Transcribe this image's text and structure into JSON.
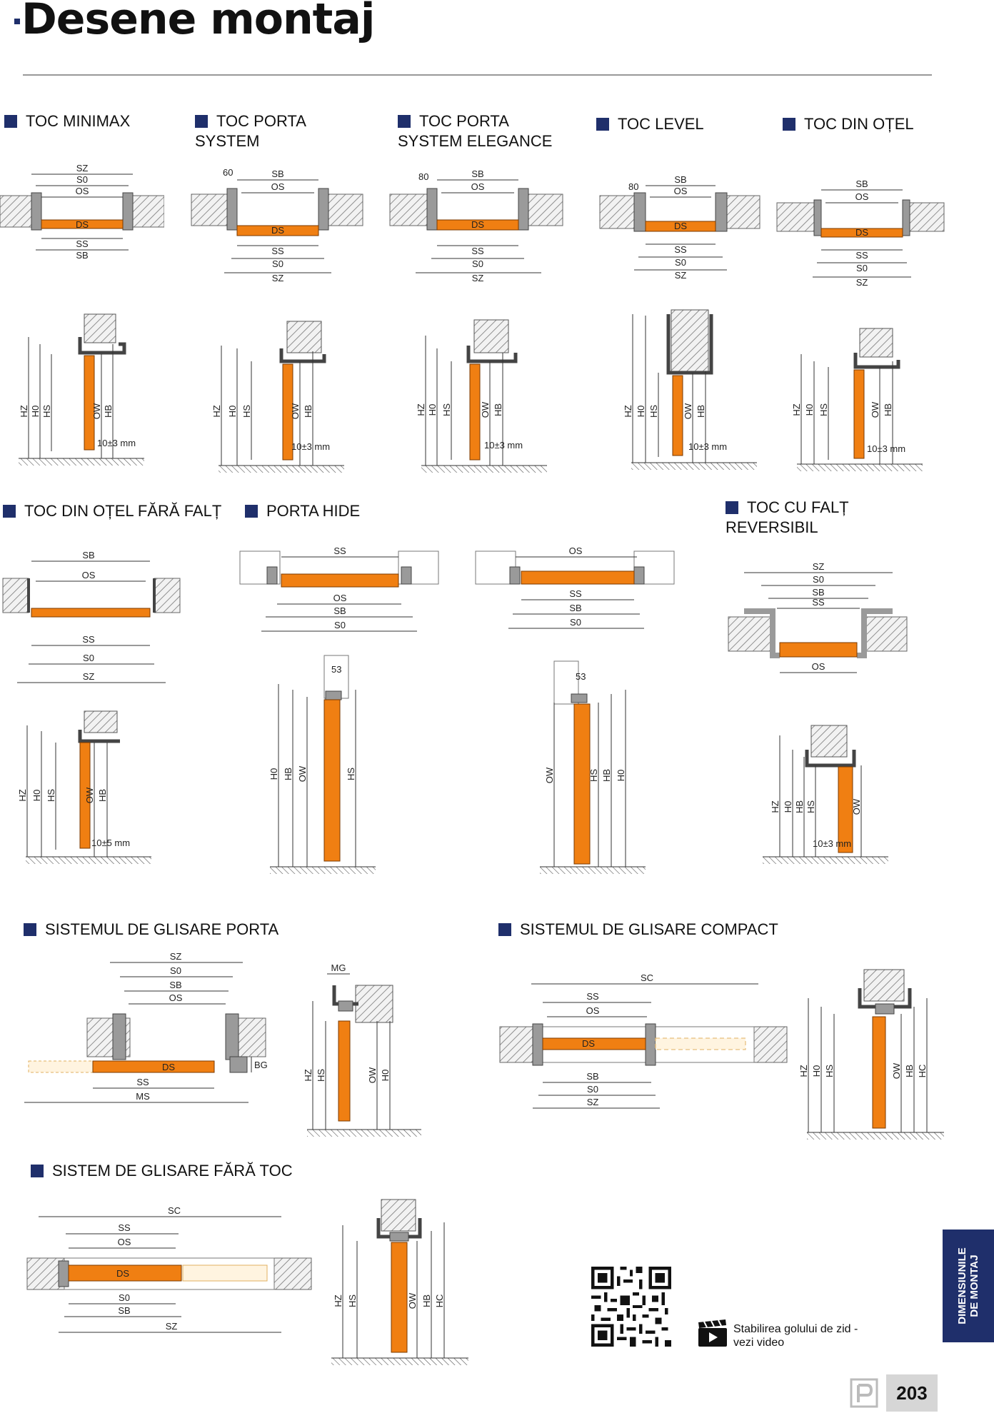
{
  "page": {
    "title": "Desene montaj",
    "page_number": "203",
    "side_tab": [
      "DIMENSIUNILE",
      "DE MONTAJ"
    ],
    "video_text": [
      "Stabilirea golului de zid -",
      "vezi video"
    ]
  },
  "sections": [
    {
      "id": "minimax",
      "title": [
        "TOC MINIMAX"
      ]
    },
    {
      "id": "porta-system",
      "title": [
        "TOC PORTA",
        "SYSTEM"
      ]
    },
    {
      "id": "porta-elegance",
      "title": [
        "TOC PORTA",
        "SYSTEM ELEGANCE"
      ]
    },
    {
      "id": "level",
      "title": [
        "TOC LEVEL"
      ]
    },
    {
      "id": "otel",
      "title": [
        "TOC DIN OȚEL"
      ]
    },
    {
      "id": "otel-fara-falt",
      "title": [
        "TOC DIN OȚEL FĂRĂ FALȚ"
      ]
    },
    {
      "id": "porta-hide",
      "title": [
        "PORTA HIDE"
      ]
    },
    {
      "id": "falt-reversibil",
      "title": [
        "TOC CU FALȚ",
        "REVERSIBIL"
      ]
    },
    {
      "id": "glisare-porta",
      "title": [
        "SISTEMUL DE GLISARE PORTA"
      ]
    },
    {
      "id": "glisare-compact",
      "title": [
        "SISTEMUL DE GLISARE COMPACT"
      ]
    },
    {
      "id": "glisare-fara-toc",
      "title": [
        "SISTEM DE GLISARE FĂRĂ TOC"
      ]
    }
  ],
  "labels": {
    "Sz": "SZ",
    "So": "S0",
    "Os": "OS",
    "Ss": "SS",
    "Sb": "SB",
    "Ds": "DS",
    "Hz": "HZ",
    "Ho": "H0",
    "Hs": "HS",
    "Ow": "OW",
    "Hb": "HB",
    "Hc": "HC",
    "Sc": "SC",
    "Ms": "MS",
    "Mg": "MG",
    "Bg": "BG",
    "gap_std": "10±3 mm",
    "gap_otel": "10±5 mm",
    "n60": "60",
    "n80": "80",
    "n53": "53"
  },
  "colors": {
    "brand": "#1f2f6b",
    "door": "#f07f12",
    "frame": "#9a9a9a",
    "wall_hatch": "#777777"
  }
}
